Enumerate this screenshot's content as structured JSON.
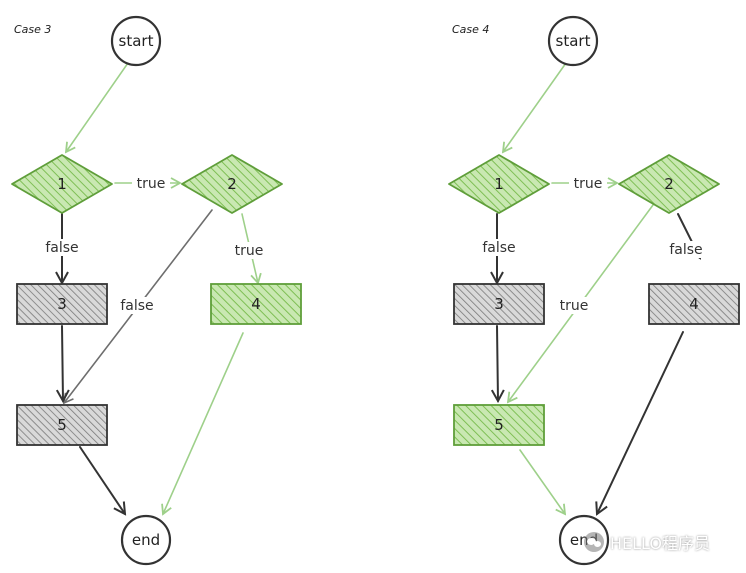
{
  "colors": {
    "green_stroke": "#5f9e3a",
    "green_fill": "#9fd27a",
    "green_edge": "#9ed08a",
    "dark_stroke": "#333333",
    "gray_fill": "#bfbfbf",
    "gray_edge": "#6e6e6e"
  },
  "watermark": {
    "text": "HELLO程序员",
    "icon": "wechat-icon"
  },
  "cases": [
    {
      "title": "Case 3",
      "nodes": [
        {
          "id": "start",
          "label": "start",
          "shape": "circle",
          "state": "plain"
        },
        {
          "id": "n1",
          "label": "1",
          "shape": "diamond",
          "state": "green"
        },
        {
          "id": "n2",
          "label": "2",
          "shape": "diamond",
          "state": "green"
        },
        {
          "id": "n3",
          "label": "3",
          "shape": "rect",
          "state": "gray"
        },
        {
          "id": "n4",
          "label": "4",
          "shape": "rect",
          "state": "green"
        },
        {
          "id": "n5",
          "label": "5",
          "shape": "rect",
          "state": "gray"
        },
        {
          "id": "end",
          "label": "end",
          "shape": "circle",
          "state": "plain"
        }
      ],
      "edges": [
        {
          "from": "start",
          "to": "n1",
          "label": "",
          "state": "green"
        },
        {
          "from": "n1",
          "to": "n2",
          "label": "true",
          "state": "green"
        },
        {
          "from": "n1",
          "to": "n3",
          "label": "false",
          "state": "dark"
        },
        {
          "from": "n2",
          "to": "n4",
          "label": "true",
          "state": "green"
        },
        {
          "from": "n2",
          "to": "n5",
          "label": "false",
          "state": "gray"
        },
        {
          "from": "n3",
          "to": "n5",
          "label": "",
          "state": "dark"
        },
        {
          "from": "n4",
          "to": "end",
          "label": "",
          "state": "green"
        },
        {
          "from": "n5",
          "to": "end",
          "label": "",
          "state": "dark"
        }
      ]
    },
    {
      "title": "Case 4",
      "nodes": [
        {
          "id": "start",
          "label": "start",
          "shape": "circle",
          "state": "plain"
        },
        {
          "id": "n1",
          "label": "1",
          "shape": "diamond",
          "state": "green"
        },
        {
          "id": "n2",
          "label": "2",
          "shape": "diamond",
          "state": "green"
        },
        {
          "id": "n3",
          "label": "3",
          "shape": "rect",
          "state": "gray"
        },
        {
          "id": "n4",
          "label": "4",
          "shape": "rect",
          "state": "gray"
        },
        {
          "id": "n5",
          "label": "5",
          "shape": "rect",
          "state": "green"
        },
        {
          "id": "end",
          "label": "end",
          "shape": "circle",
          "state": "plain"
        }
      ],
      "edges": [
        {
          "from": "start",
          "to": "n1",
          "label": "",
          "state": "green"
        },
        {
          "from": "n1",
          "to": "n2",
          "label": "true",
          "state": "green"
        },
        {
          "from": "n1",
          "to": "n3",
          "label": "false",
          "state": "dark"
        },
        {
          "from": "n2",
          "to": "n4",
          "label": "false",
          "state": "dark"
        },
        {
          "from": "n2",
          "to": "n5",
          "label": "true",
          "state": "green"
        },
        {
          "from": "n3",
          "to": "n5",
          "label": "",
          "state": "dark"
        },
        {
          "from": "n4",
          "to": "end",
          "label": "",
          "state": "dark"
        },
        {
          "from": "n5",
          "to": "end",
          "label": "",
          "state": "green"
        }
      ]
    }
  ]
}
